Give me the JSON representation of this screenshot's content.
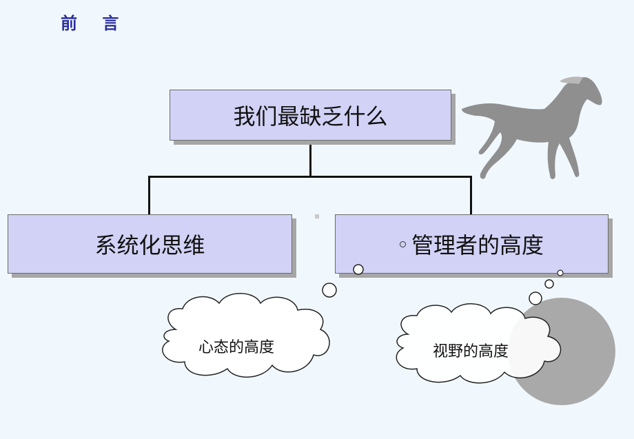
{
  "slide": {
    "title": "前 言"
  },
  "tree": {
    "root": "我们最缺乏什么",
    "left": "系统化思维",
    "right": "管理者的高度"
  },
  "clouds": {
    "left": "心态的高度",
    "right": "视野的高度"
  },
  "colors": {
    "box_fill": "#d2d2f6",
    "title_color": "#2b2f9c",
    "background": "#f1f8fd",
    "grey_circle": "#a9a9a9",
    "horse": "#8f8f8f"
  },
  "icons": [
    "horse-icon",
    "thought-bubble-left",
    "thought-bubble-right"
  ]
}
